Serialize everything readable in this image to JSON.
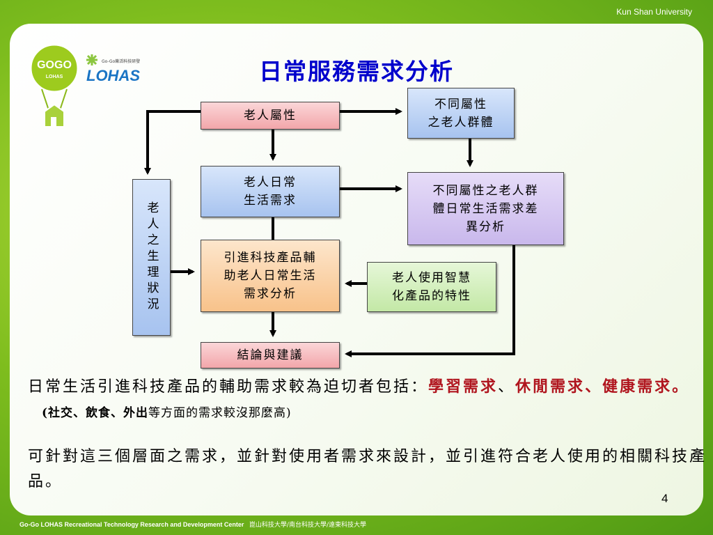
{
  "header": {
    "university": "Kun Shan University"
  },
  "logo": {
    "balloon_text": "GOGO",
    "balloon_sub": "LOHAS",
    "brand": "LOHAS",
    "small_text": "Go-Go樂活科技研發"
  },
  "slide": {
    "title": "日常服務需求分析",
    "page_number": "4"
  },
  "diagram": {
    "nodes": {
      "elder_attr": "老人屬性",
      "diff_groups": "不同屬性\n之老人群體",
      "daily_needs": "老人日常\n生活需求",
      "diff_groups_analysis": "不同屬性之老人群\n體日常生活需求差\n異分析",
      "physio": "老人之生理狀況",
      "tech_products": "引進科技產品輔\n助老人日常生活\n需求分析",
      "smart_products": "老人使用智慧\n化產品的特性",
      "conclusion": "結論與建議"
    }
  },
  "body": {
    "para1_lead": "日常生活引進科技產品的輔助需求較為迫切者包括：",
    "hl1": "學習需求",
    "sep1": "、",
    "hl2": "休閒需求",
    "sep2": "、",
    "hl3": "健康需求",
    "end": "。",
    "note_open": "(",
    "note_bold": "社交、飲食、外出",
    "note_rest": "等方面的需求較沒那麼高)",
    "para2": "可針對這三個層面之需求，並針對使用者需求來設計，並引進符合老人使用的相關科技產品。"
  },
  "footer": {
    "center": "Go-Go LOHAS Recreational Technology Research and Development Center",
    "schools": "崑山科技大學/南台科技大學/遠東科技大學"
  }
}
